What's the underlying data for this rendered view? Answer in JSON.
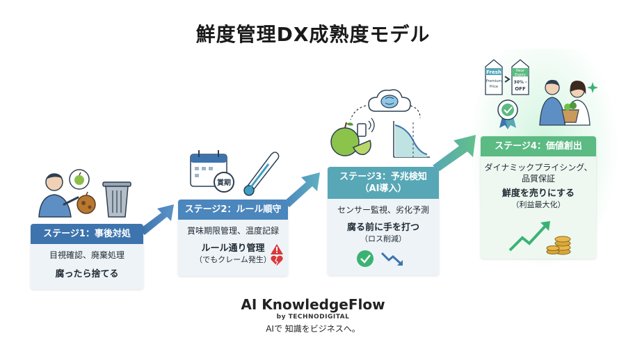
{
  "title": "鮮度管理DX成熟度モデル",
  "stages": [
    {
      "header": "ステージ1：事後対処",
      "line1": "目視確認、廃棄処理",
      "line2": "腐ったら捨てる"
    },
    {
      "header": "ステージ2：ルール順守",
      "line1": "賞味期限管理、温度記録",
      "line2": "ルール通り管理",
      "line3": "（でもクレーム発生）"
    },
    {
      "header": "ステージ3：予兆検知",
      "header_sub": "（AI導入）",
      "line1": "センサー監視、劣化予測",
      "line2": "腐る前に手を打つ",
      "line3": "（ロス削減）"
    },
    {
      "header": "ステージ4：価値創出",
      "line1": "ダイナミックプライシング、",
      "line1b": "品質保証",
      "line2": "鮮度を売りにする",
      "line3": "（利益最大化）"
    }
  ],
  "icons": {
    "calendar_label": "賞期",
    "tag_fresh": "Fresh",
    "tag_premium": "Premium",
    "tag_price": "Price",
    "tag_near": "Near",
    "tag_expiry": "Expiry",
    "tag_discount": "30% -",
    "tag_off": "OFF"
  },
  "footer": {
    "brand": "AI KnowledgeFlow",
    "by": "by TECHNODIGITAL",
    "tagline": "AIで 知識をビジネスへ。"
  },
  "colors": {
    "stage1": "#3d74ad",
    "stage2": "#4b86bd",
    "stage3": "#57a7b6",
    "stage4": "#5cba83",
    "alert_red": "#d9383a",
    "check_green": "#3bb273"
  }
}
